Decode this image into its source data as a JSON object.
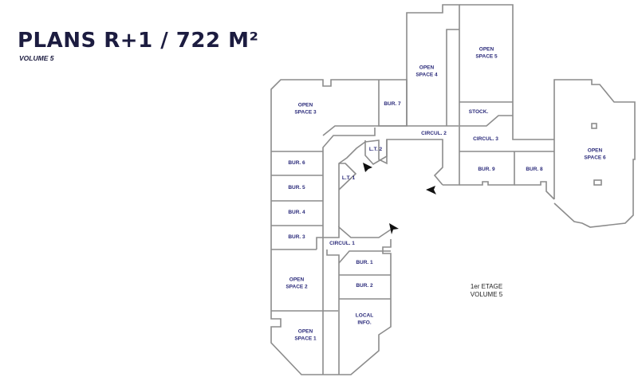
{
  "header": {
    "title": "PLANS R+1 / 722 M²",
    "subtitle": "VOLUME 5"
  },
  "plan": {
    "floor_label": "1er ETAGE\nVOLUME 5",
    "colors": {
      "wall": "#8c8c8c",
      "label": "#2a2a7a",
      "title": "#1c1c40"
    },
    "rooms": [
      {
        "id": "open-space-3",
        "label": "OPEN\nSPACE 3"
      },
      {
        "id": "bur-7",
        "label": "BUR. 7"
      },
      {
        "id": "open-space-4",
        "label": "OPEN\nSPACE 4"
      },
      {
        "id": "open-space-5",
        "label": "OPEN\nSPACE 5"
      },
      {
        "id": "stock",
        "label": "STOCK."
      },
      {
        "id": "circul-2",
        "label": "CIRCUL. 2"
      },
      {
        "id": "circul-3",
        "label": "CIRCUL. 3"
      },
      {
        "id": "bur-9",
        "label": "BUR. 9"
      },
      {
        "id": "bur-8",
        "label": "BUR. 8"
      },
      {
        "id": "open-space-6",
        "label": "OPEN\nSPACE 6"
      },
      {
        "id": "lt-2",
        "label": "L.T. 2"
      },
      {
        "id": "lt-1",
        "label": "L.T. 1"
      },
      {
        "id": "bur-6",
        "label": "BUR. 6"
      },
      {
        "id": "bur-5",
        "label": "BUR. 5"
      },
      {
        "id": "bur-4",
        "label": "BUR. 4"
      },
      {
        "id": "bur-3",
        "label": "BUR. 3"
      },
      {
        "id": "circul-1",
        "label": "CIRCUL. 1"
      },
      {
        "id": "bur-1",
        "label": "BUR. 1"
      },
      {
        "id": "bur-2",
        "label": "BUR. 2"
      },
      {
        "id": "open-space-2",
        "label": "OPEN\nSPACE 2"
      },
      {
        "id": "local-info",
        "label": "LOCAL\nINFO."
      },
      {
        "id": "open-space-1",
        "label": "OPEN\nSPACE 1"
      }
    ]
  }
}
